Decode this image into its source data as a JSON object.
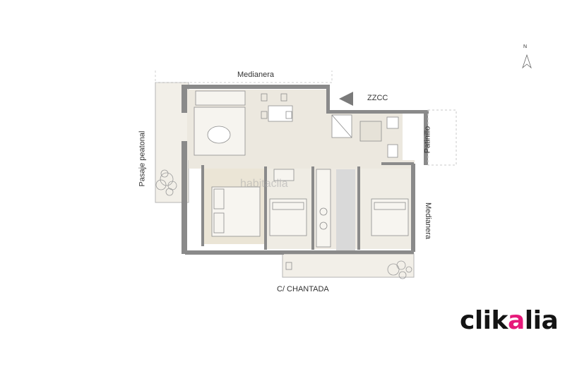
{
  "labels": {
    "top_wall": "Medianera",
    "zzcc": "ZZCC",
    "left_side": "Pasaje peatonal",
    "patinillo": "Patinillo",
    "right_wall": "Medianera",
    "street": "C/ CHANTADA",
    "north": "N"
  },
  "watermark": "habitaclia",
  "logo": {
    "part1": "clik",
    "accent": "a",
    "part2": "lia"
  },
  "colors": {
    "floor": "#ece8df",
    "bedroom_floor": "#ebe5d6",
    "wall": "#8a8a8a",
    "brand_accent": "#e6197a"
  }
}
